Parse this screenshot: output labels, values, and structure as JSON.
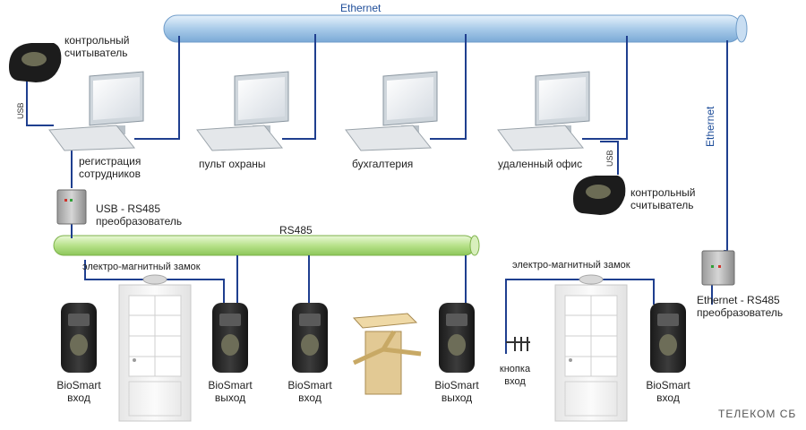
{
  "buses": {
    "ethernet": "Ethernet",
    "ethernet_vertical": "Ethernet",
    "rs485": "RS485"
  },
  "workstations": [
    {
      "label_line1": "регистрация",
      "label_line2": "сотрудников"
    },
    {
      "label_line1": "пульт охраны",
      "label_line2": ""
    },
    {
      "label_line1": "бухгалтерия",
      "label_line2": ""
    },
    {
      "label_line1": "удаленный офис",
      "label_line2": ""
    }
  ],
  "readers": [
    {
      "label_line1": "контрольный",
      "label_line2": "считыватель"
    },
    {
      "label_line1": "контрольный",
      "label_line2": "считыватель"
    }
  ],
  "usb_labels": [
    "USB",
    "USB"
  ],
  "converters": [
    {
      "label_line1": "USB -  RS485",
      "label_line2": "преобразователь"
    },
    {
      "label_line1": "Ethernet - RS485",
      "label_line2": "преобразователь"
    }
  ],
  "locks": [
    "электро-магнитный замок",
    "электро-магнитный замок"
  ],
  "terminals": [
    {
      "line1": "BioSmart",
      "line2": "вход"
    },
    {
      "line1": "BioSmart",
      "line2": "выход"
    },
    {
      "line1": "BioSmart",
      "line2": "вход"
    },
    {
      "line1": "BioSmart",
      "line2": "выход"
    },
    {
      "line1": "BioSmart",
      "line2": "вход"
    }
  ],
  "exit_button": {
    "line1": "кнопка",
    "line2": "вход"
  },
  "brand": "ТЕЛЕКОМ СБ",
  "colors": {
    "ethernet_bus": "#a9cbe9",
    "ethernet_line": "#1f3f8f",
    "rs485_bus": "#b8e28a",
    "rs485_line": "#1f3f8f",
    "terminal_body": "#2b2b2b",
    "door": "#f2f2f2",
    "turnstile": "#d9c08a"
  }
}
